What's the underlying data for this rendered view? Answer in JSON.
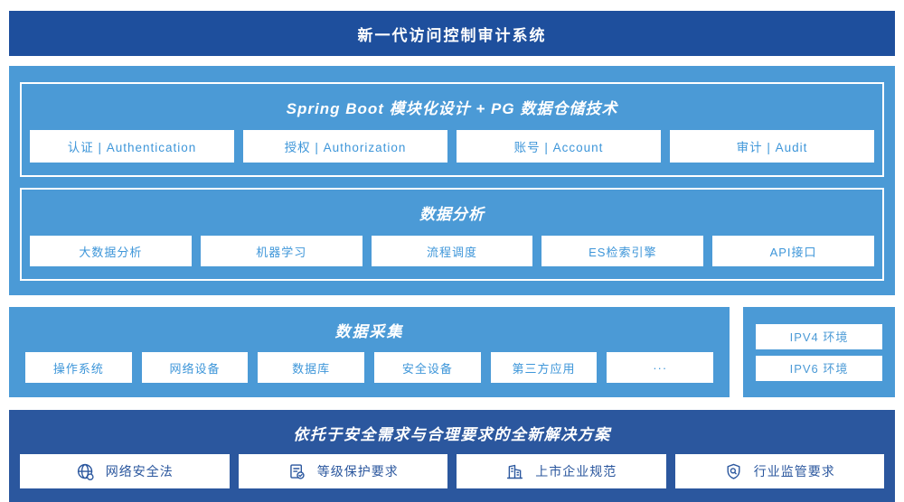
{
  "header": {
    "title": "新一代访问控制审计系统"
  },
  "platform": {
    "title": "Spring Boot 模块化设计 + PG 数据仓储技术",
    "modules": [
      "认证 | Authentication",
      "授权 | Authorization",
      "账号 | Account",
      "审计 | Audit"
    ]
  },
  "analysis": {
    "title": "数据分析",
    "modules": [
      "大数据分析",
      "机器学习",
      "流程调度",
      "ES检索引擎",
      "API接口"
    ]
  },
  "collection": {
    "title": "数据采集",
    "sources": [
      "操作系统",
      "网络设备",
      "数据库",
      "安全设备",
      "第三方应用",
      "···"
    ],
    "environments": [
      "IPV4 环境",
      "IPV6 环境"
    ]
  },
  "solution": {
    "title": "依托于安全需求与合理要求的全新解决方案",
    "requirements": [
      {
        "icon": "globe-check-icon",
        "label": "网络安全法"
      },
      {
        "icon": "document-check-icon",
        "label": "等级保护要求"
      },
      {
        "icon": "buildings-icon",
        "label": "上市企业规范"
      },
      {
        "icon": "shield-search-icon",
        "label": "行业监管要求"
      }
    ]
  },
  "colors": {
    "header_blue": "#1E4F9D",
    "light_blue": "#4B9AD6",
    "chip_text_blue": "#3E96D9",
    "solution_blue": "#2B579E"
  }
}
